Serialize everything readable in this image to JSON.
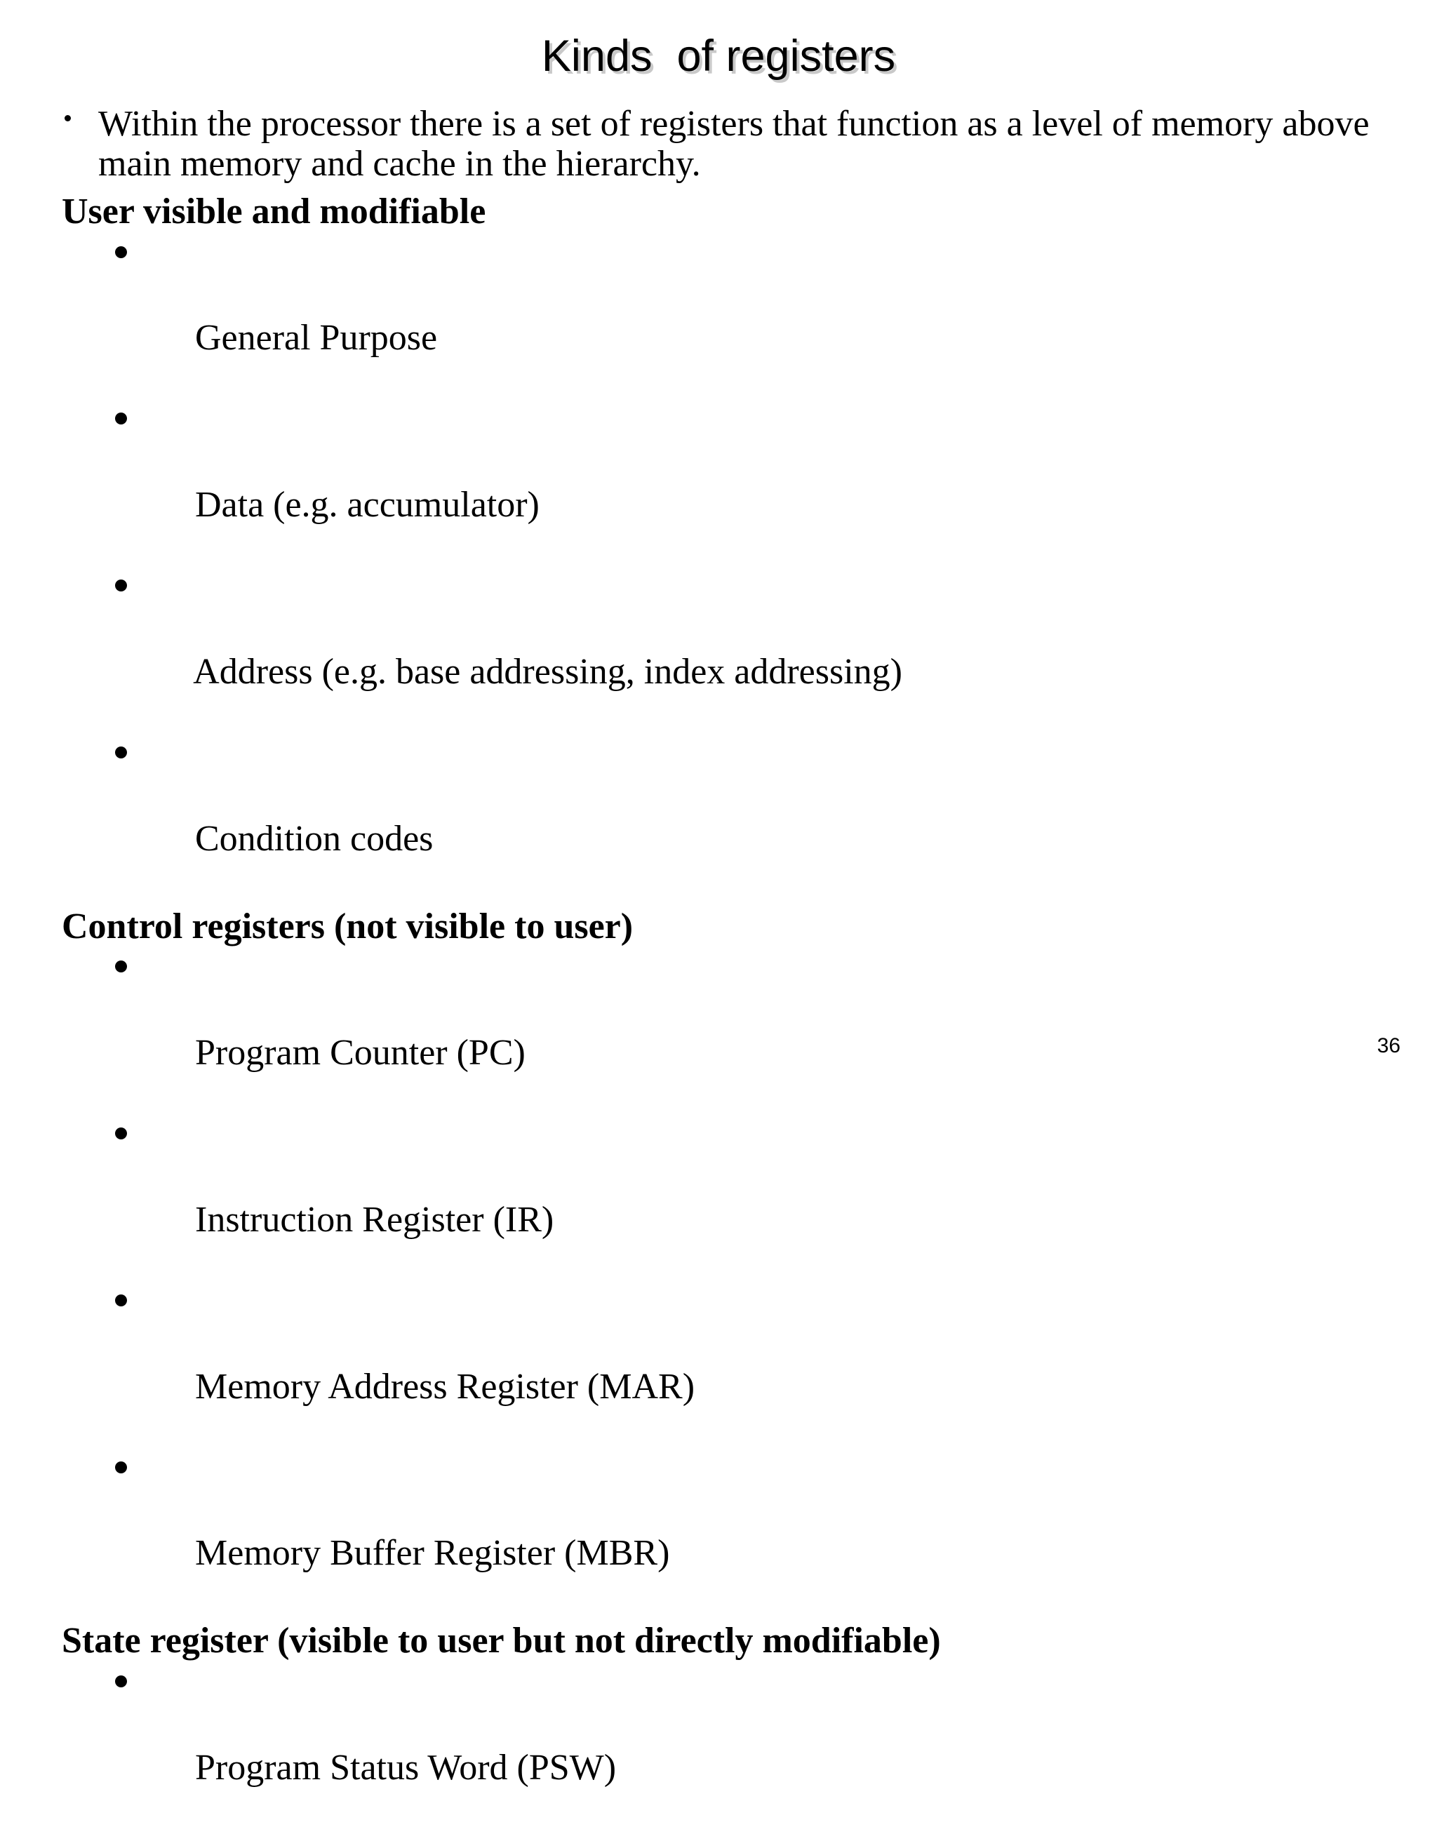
{
  "slide": {
    "title": "Kinds  of registers",
    "page_number": "36",
    "intro_bullet": "Within the processor there is a set of registers that function as a level of memory above main memory and cache in the hierarchy.",
    "sections": [
      {
        "heading": "User visible and modifiable",
        "items": [
          "General Purpose",
          "Data (e.g. accumulator)",
          "Address (e.g. base addressing, index addressing)",
          "Condition codes"
        ]
      },
      {
        "heading": "Control registers (not visible to user)",
        "items": [
          "Program Counter (PC)",
          "Instruction Register (IR)",
          "Memory Address Register (MAR)",
          "Memory Buffer Register (MBR)"
        ]
      },
      {
        "heading": "State register (visible to user but not directly modifiable)",
        "items": [
          "Program Status Word (PSW)"
        ]
      }
    ]
  }
}
